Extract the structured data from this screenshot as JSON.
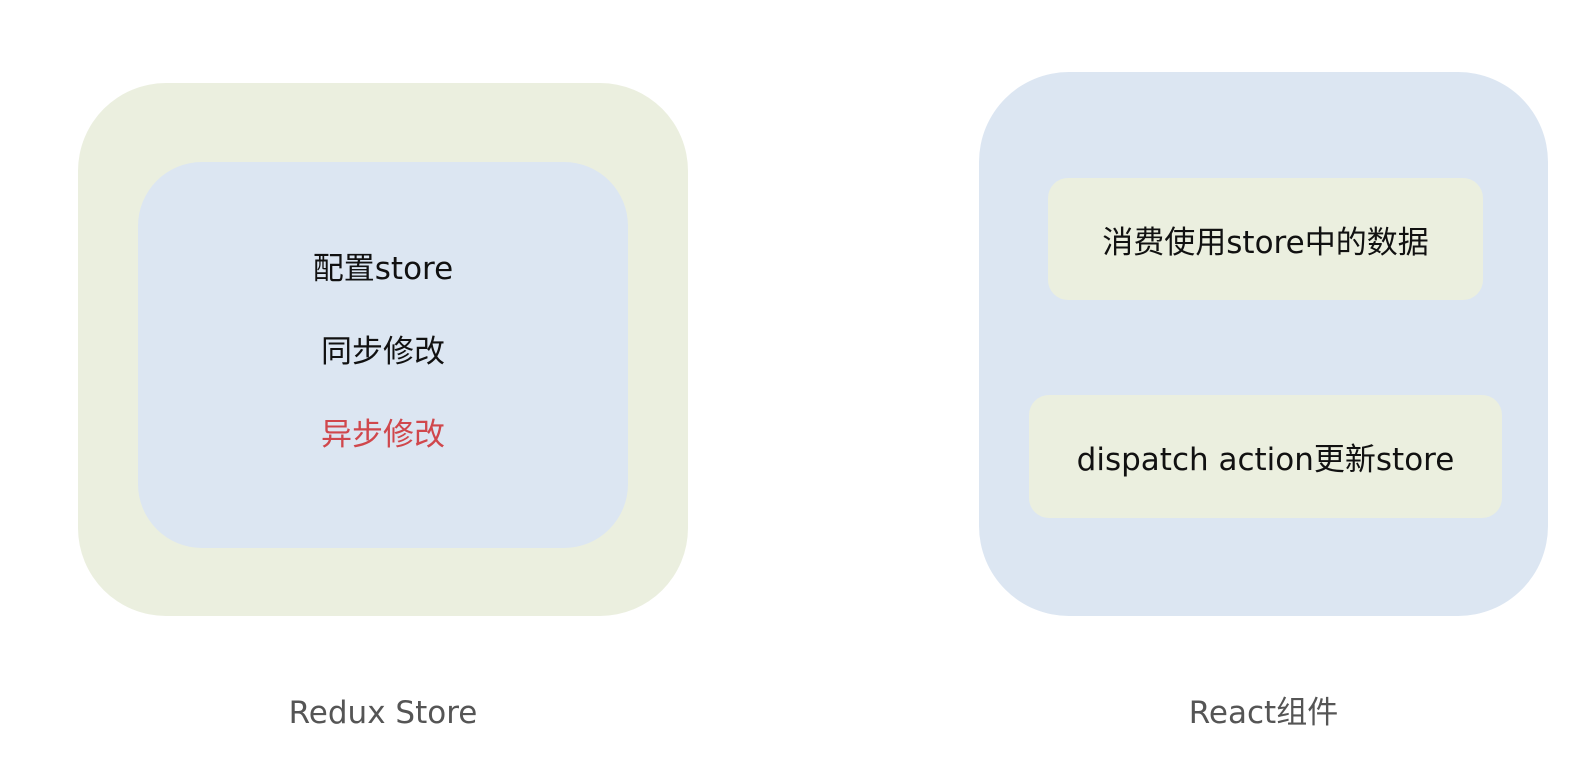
{
  "redux": {
    "items": [
      {
        "label": "配置store",
        "color": "#111111"
      },
      {
        "label": "同步修改",
        "color": "#111111"
      },
      {
        "label": "异步修改",
        "color": "#d0474c"
      }
    ],
    "caption": "Redux Store"
  },
  "react": {
    "items": [
      {
        "label": "消费使用store中的数据"
      },
      {
        "label": "dispatch action更新store"
      }
    ],
    "caption": "React组件"
  },
  "colors": {
    "green_panel": "#ebefdf",
    "blue_panel": "#dce6f2",
    "highlight_text": "#d0474c",
    "caption_text": "#555555"
  }
}
